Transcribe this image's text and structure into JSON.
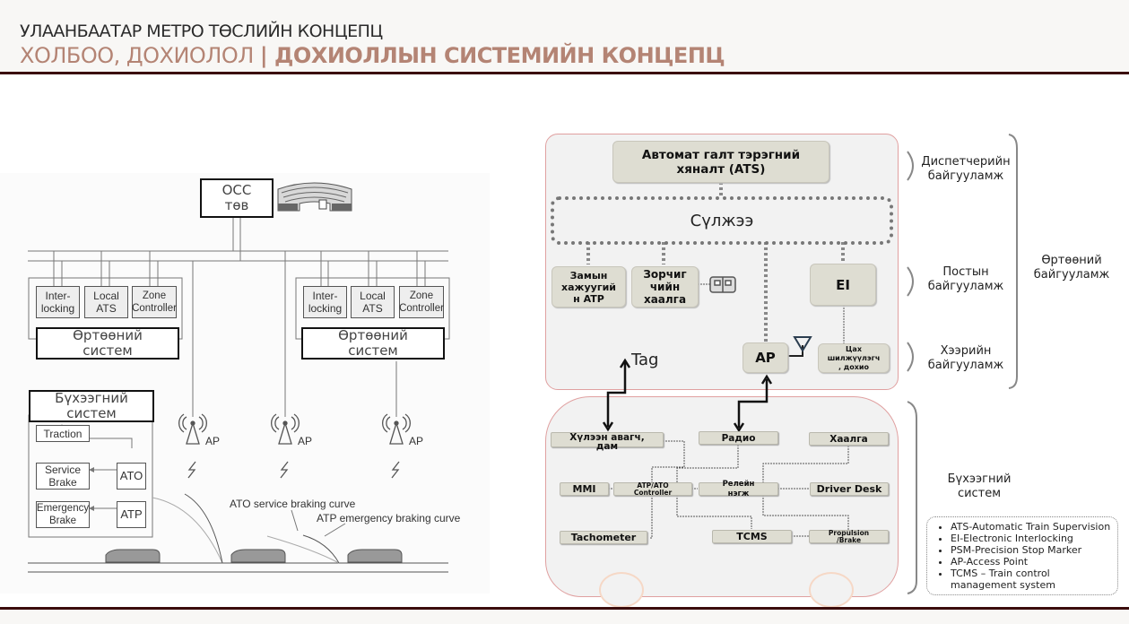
{
  "header": {
    "subtitle": "УЛААНБААТАР МЕТРО ТӨСЛИЙН КОНЦЕПЦ",
    "title_light": "ХОЛБОО, ДОХИОЛОЛ ",
    "title_bold": "| ДОХИОЛЛЫН СИСТЕМИЙН КОНЦЕПЦ"
  },
  "colors": {
    "accent": "#b48474",
    "rule": "#3b0c0c",
    "panel_border": "#e0a0a0",
    "box_fill": "#deddd2"
  },
  "left_diagram": {
    "occ_label": "OCC\nтөв",
    "wayside_groups": [
      {
        "units": [
          "Inter-\nlocking",
          "Local\nATS",
          "Zone\nController"
        ],
        "label": "Өртөөний\nсистем"
      },
      {
        "units": [
          "Inter-\nlocking",
          "Local\nATS",
          "Zone\nController"
        ],
        "label": "Өртөөний\nсистем"
      }
    ],
    "onboard_label": "Бүхээгний\nсистем",
    "onboard_units": {
      "traction": "Traction",
      "service_brake": "Service\nBrake",
      "ato": "ATO",
      "emergency_brake": "Emergency\nBrake",
      "atp": "ATP"
    },
    "ap_label": "AP",
    "ato_curve_label": "ATO service braking curve",
    "atp_curve_label": "ATP emergency braking curve"
  },
  "right_diagram": {
    "ats_box": "Автомат галт тэрэгний\nхяналт (ATS)",
    "network": "Сүлжээ",
    "wayside_atp": "Замын\nхажуугий\nн ATP",
    "platform_door": "Зорчиг\nчийн\nхаалга",
    "ei": "EI",
    "ap": "AP",
    "switch_signal": "Цах\nшилжүүлэгч\n, дохио",
    "tag": "Tag",
    "train": {
      "reader": "Хүлээн авагч,\nдам",
      "radio": "Радио",
      "door": "Хаалга",
      "mmi": "MMI",
      "controller": "ATP/ATO\nController",
      "relay": "Релейн\nнэгж",
      "driver_desk": "Driver Desk",
      "tachometer": "Tachometer",
      "tcms": "TCMS",
      "propulsion": "Propulsion\n/Brake"
    }
  },
  "side_labels": {
    "dispatch": "Диспетчерийн\nбайгууламж",
    "post": "Постын\nбайгууламж",
    "field": "Хээрийн\nбайгууламж",
    "station": "Өртөөний\nбайгууламж",
    "cab": "Бүхээгний\nсистем"
  },
  "legend": [
    "ATS-Automatic Train Supervision",
    "EI-Electronic Interlocking",
    "PSM-Precision Stop Marker",
    "AP-Access Point",
    "TCMS – Train control management system"
  ]
}
